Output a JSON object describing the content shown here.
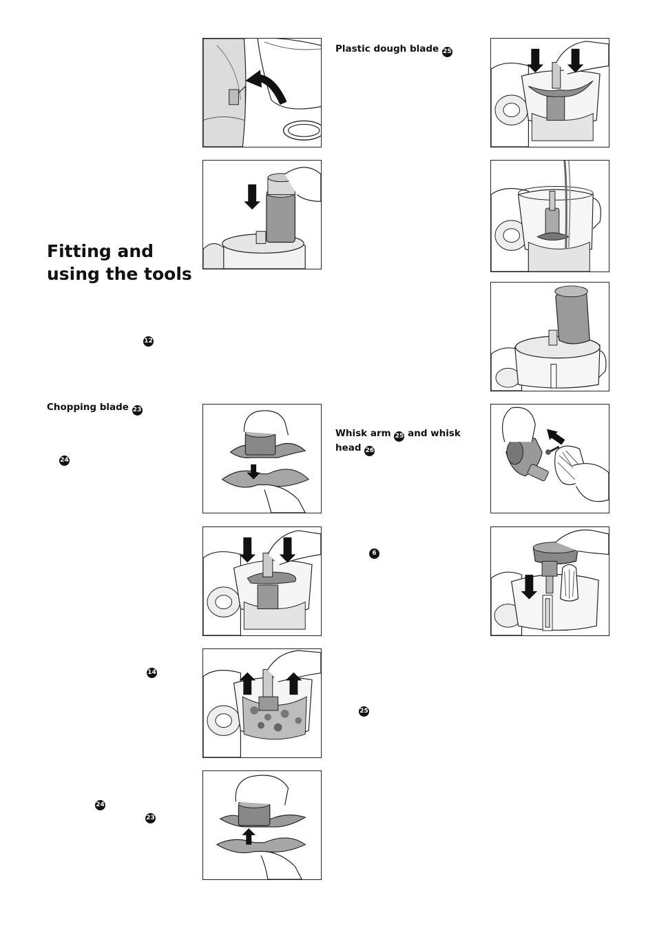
{
  "title_lines": [
    "Fitting and",
    "using the tools"
  ],
  "sections": {
    "chopping": {
      "heading": "Chopping blade",
      "num": "23"
    },
    "dough": {
      "heading": "Plastic dough blade",
      "num": "25"
    },
    "whisk": {
      "line1": "Whisk arm",
      "num1": "25",
      "mid": "and whisk",
      "line2": "head",
      "num2": "26"
    }
  },
  "badges": {
    "b12": "12",
    "b24a": "24",
    "b14": "14",
    "b24b": "24",
    "b23": "23",
    "b6": "6",
    "b25": "25"
  },
  "figures": [
    "fig-lid-seal-lift",
    "fig-pusher-insert",
    "fig-chopping-blade-sheath-fit",
    "fig-chopping-blade-fit",
    "fig-chopping-blade-remove",
    "fig-chopping-blade-sheath-remove",
    "fig-dough-blade-fit",
    "fig-dough-liquid-pour",
    "fig-lid-pusher-fitted",
    "fig-whisk-head-attach",
    "fig-whisk-fit"
  ]
}
